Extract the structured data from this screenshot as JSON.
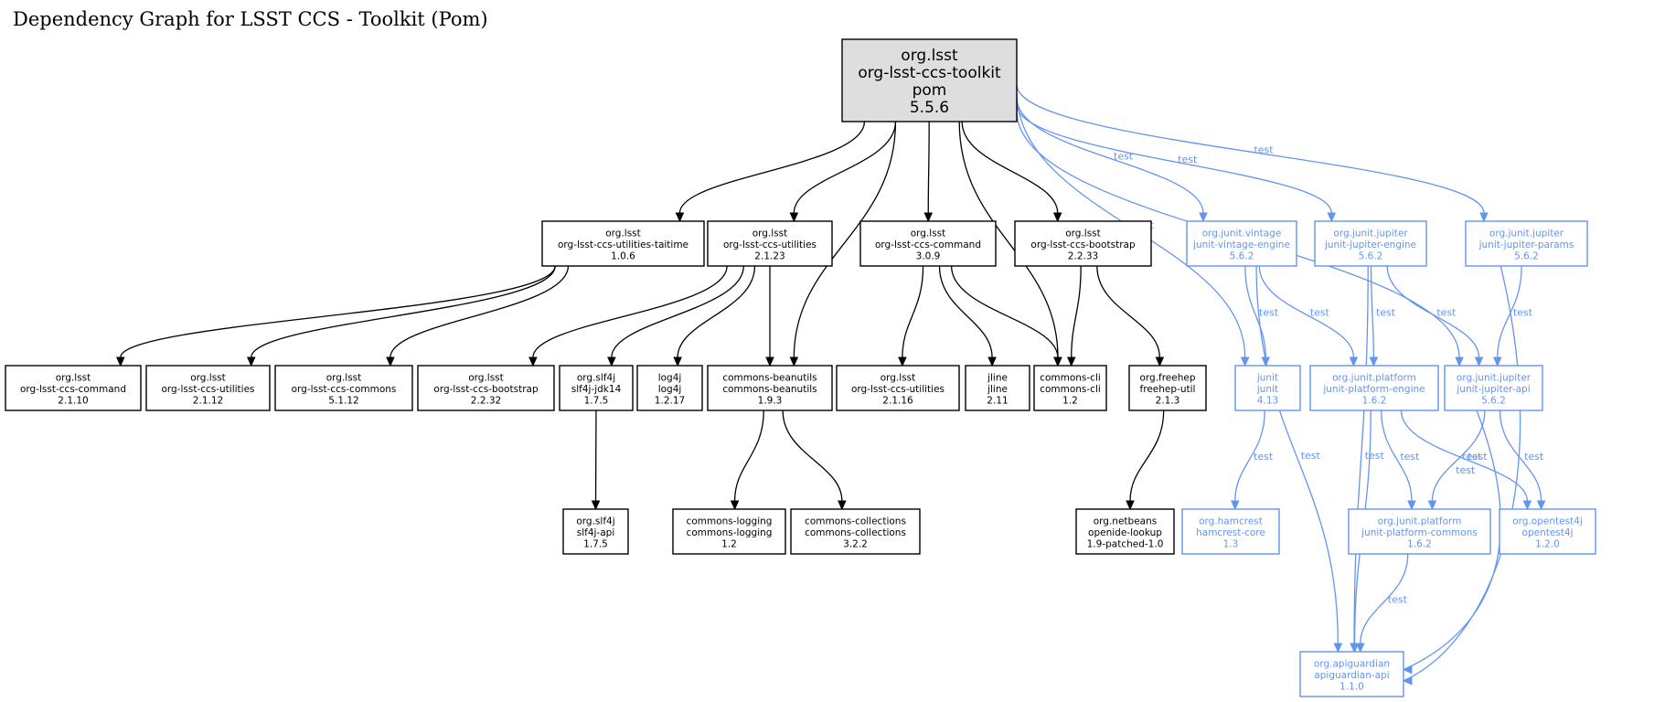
{
  "title": "Dependency Graph for LSST CCS - Toolkit (Pom)",
  "colors": {
    "compile": "#000000",
    "test": "#6495ed",
    "root_fill": "#dedede"
  },
  "nodes": {
    "root": {
      "lines": [
        "org.lsst",
        "org-lsst-ccs-toolkit",
        "pom",
        "5.5.6"
      ],
      "scope": "root"
    },
    "taitime": {
      "lines": [
        "org.lsst",
        "org-lsst-ccs-utilities-taitime",
        "1.0.6"
      ],
      "scope": "compile"
    },
    "utilities": {
      "lines": [
        "org.lsst",
        "org-lsst-ccs-utilities",
        "2.1.23"
      ],
      "scope": "compile"
    },
    "command": {
      "lines": [
        "org.lsst",
        "org-lsst-ccs-command",
        "3.0.9"
      ],
      "scope": "compile"
    },
    "bootstrap": {
      "lines": [
        "org.lsst",
        "org-lsst-ccs-bootstrap",
        "2.2.33"
      ],
      "scope": "compile"
    },
    "vintage": {
      "lines": [
        "org.junit.vintage",
        "junit-vintage-engine",
        "5.6.2"
      ],
      "scope": "test"
    },
    "jupiter_engine": {
      "lines": [
        "org.junit.jupiter",
        "junit-jupiter-engine",
        "5.6.2"
      ],
      "scope": "test"
    },
    "jupiter_params": {
      "lines": [
        "org.junit.jupiter",
        "junit-jupiter-params",
        "5.6.2"
      ],
      "scope": "test"
    },
    "command_old": {
      "lines": [
        "org.lsst",
        "org-lsst-ccs-command",
        "2.1.10"
      ],
      "scope": "compile"
    },
    "utilities_old": {
      "lines": [
        "org.lsst",
        "org-lsst-ccs-utilities",
        "2.1.12"
      ],
      "scope": "compile"
    },
    "commons": {
      "lines": [
        "org.lsst",
        "org-lsst-ccs-commons",
        "5.1.12"
      ],
      "scope": "compile"
    },
    "bootstrap_old": {
      "lines": [
        "org.lsst",
        "org-lsst-ccs-bootstrap",
        "2.2.32"
      ],
      "scope": "compile"
    },
    "slf4j_jdk14": {
      "lines": [
        "org.slf4j",
        "slf4j-jdk14",
        "1.7.5"
      ],
      "scope": "compile"
    },
    "log4j": {
      "lines": [
        "log4j",
        "log4j",
        "1.2.17"
      ],
      "scope": "compile"
    },
    "beanutils": {
      "lines": [
        "commons-beanutils",
        "commons-beanutils",
        "1.9.3"
      ],
      "scope": "compile"
    },
    "utilities_216": {
      "lines": [
        "org.lsst",
        "org-lsst-ccs-utilities",
        "2.1.16"
      ],
      "scope": "compile"
    },
    "jline": {
      "lines": [
        "jline",
        "jline",
        "2.11"
      ],
      "scope": "compile"
    },
    "commons_cli": {
      "lines": [
        "commons-cli",
        "commons-cli",
        "1.2"
      ],
      "scope": "compile"
    },
    "freehep": {
      "lines": [
        "org.freehep",
        "freehep-util",
        "2.1.3"
      ],
      "scope": "compile"
    },
    "junit": {
      "lines": [
        "junit",
        "junit",
        "4.13"
      ],
      "scope": "test"
    },
    "platform_engine": {
      "lines": [
        "org.junit.platform",
        "junit-platform-engine",
        "1.6.2"
      ],
      "scope": "test"
    },
    "jupiter_api": {
      "lines": [
        "org.junit.jupiter",
        "junit-jupiter-api",
        "5.6.2"
      ],
      "scope": "test"
    },
    "slf4j_api": {
      "lines": [
        "org.slf4j",
        "slf4j-api",
        "1.7.5"
      ],
      "scope": "compile"
    },
    "logging": {
      "lines": [
        "commons-logging",
        "commons-logging",
        "1.2"
      ],
      "scope": "compile"
    },
    "collections": {
      "lines": [
        "commons-collections",
        "commons-collections",
        "3.2.2"
      ],
      "scope": "compile"
    },
    "openide": {
      "lines": [
        "org.netbeans",
        "openide-lookup",
        "1.9-patched-1.0"
      ],
      "scope": "compile"
    },
    "hamcrest": {
      "lines": [
        "org.hamcrest",
        "hamcrest-core",
        "1.3"
      ],
      "scope": "test"
    },
    "platform_commons": {
      "lines": [
        "org.junit.platform",
        "junit-platform-commons",
        "1.6.2"
      ],
      "scope": "test"
    },
    "opentest4j": {
      "lines": [
        "org.opentest4j",
        "opentest4j",
        "1.2.0"
      ],
      "scope": "test"
    },
    "apiguardian": {
      "lines": [
        "org.apiguardian",
        "apiguardian-api",
        "1.1.0"
      ],
      "scope": "test"
    }
  },
  "edges": [
    {
      "from": "root",
      "to": "taitime",
      "label": ""
    },
    {
      "from": "root",
      "to": "utilities",
      "label": ""
    },
    {
      "from": "root",
      "to": "beanutils",
      "label": ""
    },
    {
      "from": "root",
      "to": "command",
      "label": ""
    },
    {
      "from": "root",
      "to": "commons_cli",
      "label": ""
    },
    {
      "from": "root",
      "to": "bootstrap",
      "label": ""
    },
    {
      "from": "root",
      "to": "junit",
      "label": "test"
    },
    {
      "from": "root",
      "to": "vintage",
      "label": "test"
    },
    {
      "from": "root",
      "to": "jupiter_engine",
      "label": "test"
    },
    {
      "from": "root",
      "to": "jupiter_api",
      "label": "test"
    },
    {
      "from": "root",
      "to": "jupiter_params",
      "label": "test"
    },
    {
      "from": "taitime",
      "to": "command_old",
      "label": ""
    },
    {
      "from": "taitime",
      "to": "utilities_old",
      "label": ""
    },
    {
      "from": "taitime",
      "to": "commons",
      "label": ""
    },
    {
      "from": "utilities",
      "to": "bootstrap_old",
      "label": ""
    },
    {
      "from": "utilities",
      "to": "slf4j_jdk14",
      "label": ""
    },
    {
      "from": "utilities",
      "to": "log4j",
      "label": ""
    },
    {
      "from": "utilities",
      "to": "beanutils",
      "label": ""
    },
    {
      "from": "command",
      "to": "utilities_216",
      "label": ""
    },
    {
      "from": "command",
      "to": "jline",
      "label": ""
    },
    {
      "from": "command",
      "to": "commons_cli",
      "label": ""
    },
    {
      "from": "bootstrap",
      "to": "commons_cli",
      "label": ""
    },
    {
      "from": "bootstrap",
      "to": "freehep",
      "label": ""
    },
    {
      "from": "vintage",
      "to": "junit",
      "label": "test"
    },
    {
      "from": "vintage",
      "to": "platform_engine",
      "label": "test"
    },
    {
      "from": "vintage",
      "to": "apiguardian",
      "label": "test"
    },
    {
      "from": "jupiter_engine",
      "to": "platform_engine",
      "label": "test"
    },
    {
      "from": "jupiter_engine",
      "to": "jupiter_api",
      "label": "test"
    },
    {
      "from": "jupiter_engine",
      "to": "apiguardian",
      "label": "test"
    },
    {
      "from": "jupiter_params",
      "to": "jupiter_api",
      "label": "test"
    },
    {
      "from": "jupiter_params",
      "to": "apiguardian",
      "label": "test"
    },
    {
      "from": "slf4j_jdk14",
      "to": "slf4j_api",
      "label": ""
    },
    {
      "from": "beanutils",
      "to": "logging",
      "label": ""
    },
    {
      "from": "beanutils",
      "to": "collections",
      "label": ""
    },
    {
      "from": "freehep",
      "to": "openide",
      "label": ""
    },
    {
      "from": "junit",
      "to": "hamcrest",
      "label": "test"
    },
    {
      "from": "platform_engine",
      "to": "platform_commons",
      "label": "test"
    },
    {
      "from": "platform_engine",
      "to": "opentest4j",
      "label": "test"
    },
    {
      "from": "platform_engine",
      "to": "apiguardian",
      "label": "test"
    },
    {
      "from": "jupiter_api",
      "to": "platform_commons",
      "label": "test"
    },
    {
      "from": "jupiter_api",
      "to": "opentest4j",
      "label": "test"
    },
    {
      "from": "jupiter_api",
      "to": "apiguardian",
      "label": "test"
    },
    {
      "from": "platform_commons",
      "to": "apiguardian",
      "label": "test"
    }
  ]
}
